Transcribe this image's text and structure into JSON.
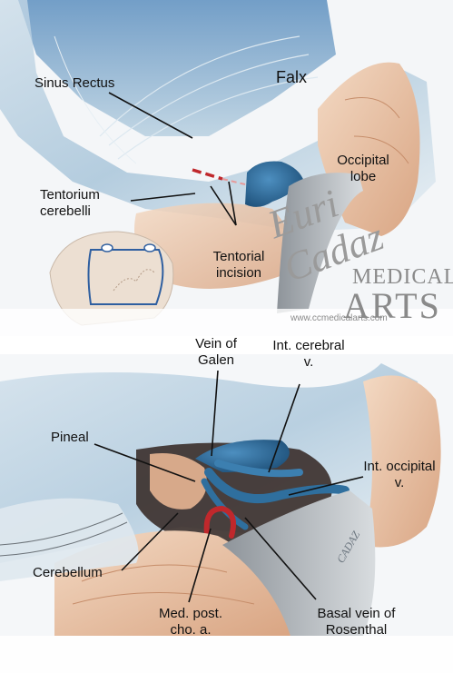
{
  "labels": {
    "sinus_rectus": "Sinus Rectus",
    "falx": "Falx",
    "tentorium_line1": "Tentorium",
    "tentorium_line2": "cerebelli",
    "occipital_line1": "Occipital",
    "occipital_line2": "lobe",
    "tentorial_line1": "Tentorial",
    "tentorial_line2": "incision",
    "vein_galen_line1": "Vein of",
    "vein_galen_line2": "Galen",
    "int_cerebral_line1": "Int. cerebral",
    "int_cerebral_line2": "v.",
    "pineal": "Pineal",
    "int_occipital_line1": "Int. occipital",
    "int_occipital_line2": "v.",
    "cerebellum": "Cerebellum",
    "med_post_line1": "Med. post.",
    "med_post_line2": "cho. a.",
    "basal_line1": "Basal vein of",
    "basal_line2": "Rosenthal"
  },
  "watermark": {
    "signature": "Euri Cadaz",
    "medical": "MEDICAL",
    "arts": "ARTS",
    "url": "www.ccmedicalarts.com",
    "corner_signature": "CADAZ"
  },
  "colors": {
    "vein_blue": "#2f6f9e",
    "artery_red": "#c0282c",
    "brain_tan": "#e9c3a4",
    "membrane_blue": "#bcd4e2"
  }
}
